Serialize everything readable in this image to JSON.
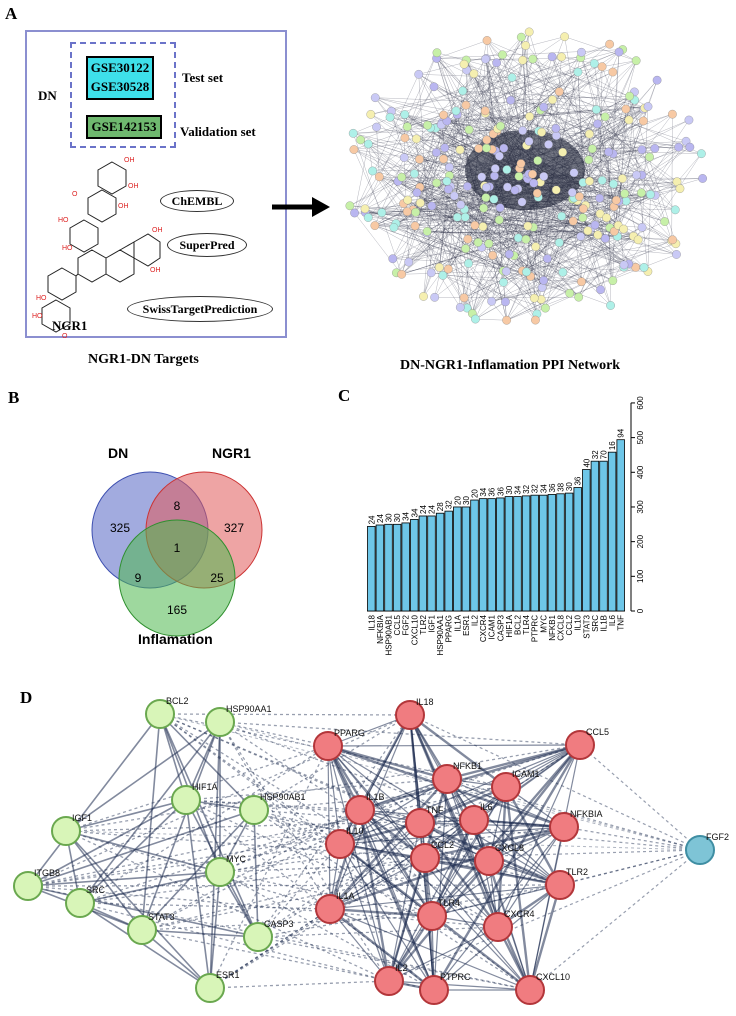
{
  "panels": {
    "a": "A",
    "b": "B",
    "c": "C",
    "d": "D"
  },
  "panelA": {
    "dn_label": "DN",
    "test_gse_1": "GSE30122",
    "test_gse_2": "GSE30528",
    "test_set_label": "Test set",
    "validation_gse": "GSE142153",
    "validation_set_label": "Validation set",
    "databases": [
      "ChEMBL",
      "SuperPred",
      "SwissTargetPrediction"
    ],
    "compound_label": "NGR1",
    "caption": "NGR1-DN Targets",
    "network_caption": "DN-NGR1-Inflamation PPI Network",
    "colors": {
      "test_fill": "#3ee0ea",
      "validation_fill": "#6fb86f",
      "box_border": "#8b8fd0"
    }
  },
  "venn": {
    "sets": [
      {
        "name": "DN",
        "color": "#5566c4"
      },
      {
        "name": "NGR1",
        "color": "#e05a5a"
      },
      {
        "name": "Inflamation",
        "color": "#4fb84f"
      }
    ],
    "counts": {
      "dn_only": "325",
      "ngr1_only": "327",
      "inflam_only": "165",
      "dn_ngr1": "8",
      "dn_inflam": "9",
      "ngr1_inflam": "25",
      "all": "1"
    }
  },
  "chart_data": {
    "type": "bar",
    "categories": [
      "IL18",
      "NFKBIA",
      "HSP90AB1",
      "CCL5",
      "FGF2",
      "CXCL10",
      "TLR2",
      "IGF1",
      "HSP90AA1",
      "PPARG",
      "IL1A",
      "ESR1",
      "IL2",
      "CXCR4",
      "ICAM1",
      "CASP3",
      "HIF1A",
      "BCL2",
      "TLR4",
      "PTPRC",
      "MYC",
      "NFKB1",
      "CXCL8",
      "CCL2",
      "IL10",
      "STAT3",
      "SRC",
      "IL1B",
      "IL6",
      "TNF"
    ],
    "values": [
      244,
      248,
      250,
      250,
      254,
      264,
      274,
      274,
      282,
      288,
      300,
      300,
      320,
      324,
      324,
      326,
      330,
      330,
      332,
      334,
      334,
      336,
      338,
      340,
      356,
      408,
      432,
      432,
      458,
      494
    ],
    "data_labels": [
      "24",
      "24",
      "30",
      "30",
      "34",
      "34",
      "24",
      "24",
      "28",
      "32",
      "20",
      "30",
      "20",
      "34",
      "36",
      "36",
      "30",
      "34",
      "32",
      "32",
      "34",
      "36",
      "38",
      "30",
      "36",
      "40",
      "32",
      "70",
      "16",
      "94"
    ],
    "bar_color": "#6ec6e8",
    "ylim": [
      0,
      620
    ],
    "yticks": [
      0,
      100,
      200,
      300,
      400,
      500,
      600
    ]
  },
  "ppi": {
    "colors": {
      "green": "#d8f5b8",
      "green_edge": "#6aa84f",
      "red": "#f07c80",
      "red_edge": "#b3363a",
      "blue": "#7ec4d6",
      "blue_edge": "#3f8ea3",
      "edge": "#1b2a4e"
    },
    "nodes": [
      {
        "id": "BCL2",
        "group": "green"
      },
      {
        "id": "HSP90AA1",
        "group": "green"
      },
      {
        "id": "HIF1A",
        "group": "green"
      },
      {
        "id": "HSP90AB1",
        "group": "green"
      },
      {
        "id": "IGF1",
        "group": "green"
      },
      {
        "id": "MYC",
        "group": "green"
      },
      {
        "id": "ITGB8",
        "group": "green"
      },
      {
        "id": "SRC",
        "group": "green"
      },
      {
        "id": "STAT3",
        "group": "green"
      },
      {
        "id": "CASP3",
        "group": "green"
      },
      {
        "id": "ESR1",
        "group": "green"
      },
      {
        "id": "IL18",
        "group": "red"
      },
      {
        "id": "PPARG",
        "group": "red"
      },
      {
        "id": "NFKB1",
        "group": "red"
      },
      {
        "id": "ICAM1",
        "group": "red"
      },
      {
        "id": "CCL5",
        "group": "red"
      },
      {
        "id": "IL1B",
        "group": "red"
      },
      {
        "id": "TNF",
        "group": "red"
      },
      {
        "id": "IL6",
        "group": "red"
      },
      {
        "id": "NFKBIA",
        "group": "red"
      },
      {
        "id": "IL10",
        "group": "red"
      },
      {
        "id": "CCL2",
        "group": "red"
      },
      {
        "id": "CXCL8",
        "group": "red"
      },
      {
        "id": "TLR2",
        "group": "red"
      },
      {
        "id": "IL1A",
        "group": "red"
      },
      {
        "id": "TLR4",
        "group": "red"
      },
      {
        "id": "CXCR4",
        "group": "red"
      },
      {
        "id": "IL2",
        "group": "red"
      },
      {
        "id": "PTPRC",
        "group": "red"
      },
      {
        "id": "CXCL10",
        "group": "red"
      },
      {
        "id": "FGF2",
        "group": "blue"
      }
    ]
  }
}
